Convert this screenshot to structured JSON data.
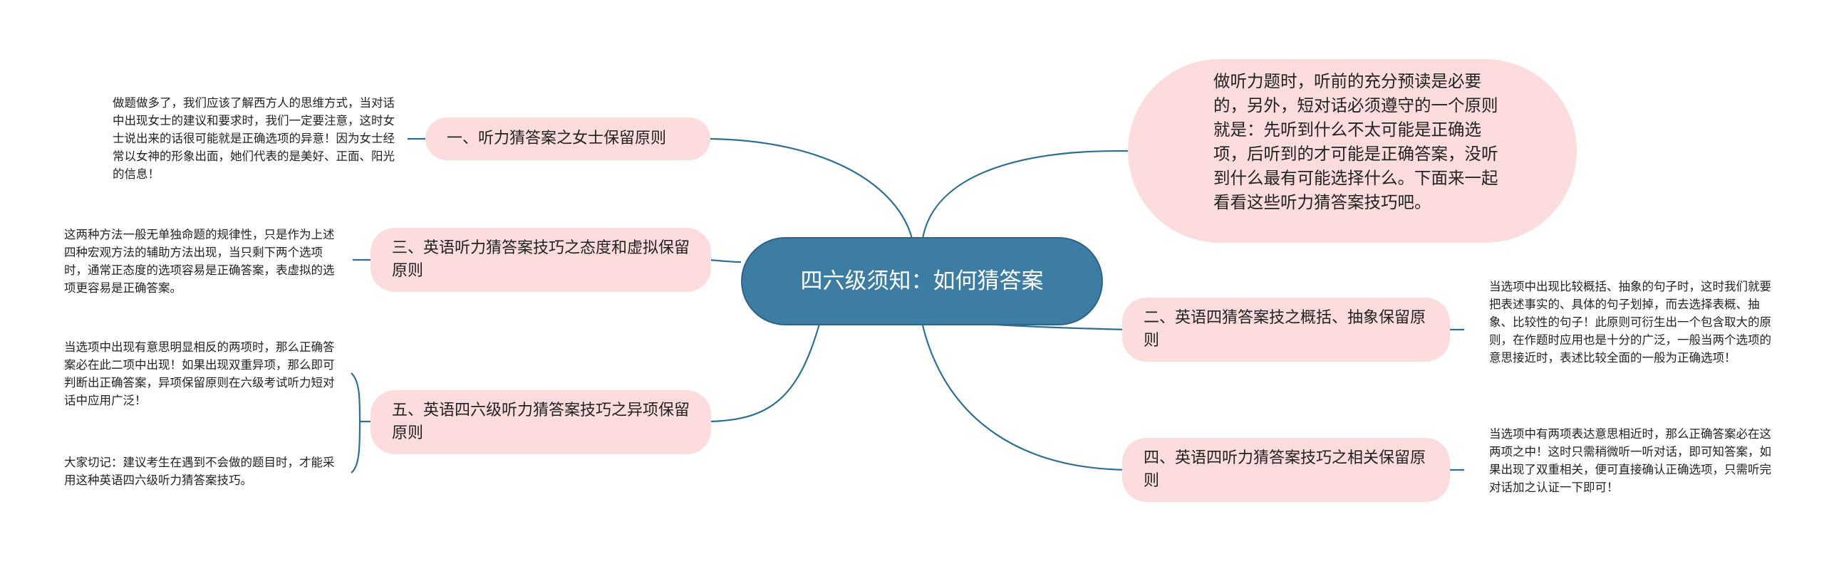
{
  "root": {
    "label": "四六级须知：如何猜答案"
  },
  "intro": {
    "text": "做听力题时，听前的充分预读是必要的，另外，短对话必须遵守的一个原则就是：先听到什么不太可能是正确选项，后听到的才可能是正确答案，没听到什么最有可能选择什么。下面来一起看看这些听力猜答案技巧吧。"
  },
  "topics": [
    {
      "label": "一、听力猜答案之女士保留原则"
    },
    {
      "label": "三、英语听力猜答案技巧之态度和虚拟保留原则"
    },
    {
      "label": "五、英语四六级听力猜答案技巧之异项保留原则"
    },
    {
      "label": "二、英语四猜答案技之概括、抽象保留原则"
    },
    {
      "label": "四、英语四听力猜答案技巧之相关保留原则"
    }
  ],
  "leaves": [
    {
      "text": "做题做多了，我们应该了解西方人的思维方式，当对话中出现女士的建议和要求时，我们一定要注意，这时女士说出来的话很可能就是正确选项的异意！因为女士经常以女神的形象出面，她们代表的是美好、正面、阳光的信息！"
    },
    {
      "text": "这两种方法一般无单独命题的规律性，只是作为上述四种宏观方法的辅助方法出现，当只剩下两个选项时，通常正态度的选项容易是正确答案，表虚拟的选项更容易是正确答案。"
    },
    {
      "text": "当选项中出现有意思明显相反的两项时，那么正确答案必在此二项中出现！如果出现双重异项，那么即可判断出正确答案，异项保留原则在六级考试听力短对话中应用广泛！"
    },
    {
      "text": "大家切记：建议考生在遇到不会做的题目时，才能采用这种英语四六级听力猜答案技巧。"
    },
    {
      "text": "当选项中出现比较概括、抽象的句子时，这时我们就要把表述事实的、具体的句子划掉，而去选择表概、抽象、比较性的句子！此原则可衍生出一个包含取大的原则，在作题时应用也是十分的广泛，一般当两个选项的意思接近时，表述比较全面的一般为正确选项！"
    },
    {
      "text": "当选项中有两项表达意思相近时，那么正确答案必在这两项之中！这时只需稍微听一听对话，即可知答案，如果出现了双重相关，便可直接确认正确选项，只需听完对话加之认证一下即可！"
    }
  ],
  "colors": {
    "root_fill": "#3d7da3",
    "topic_fill": "#fcdcdc",
    "link": "#2f6f93"
  }
}
